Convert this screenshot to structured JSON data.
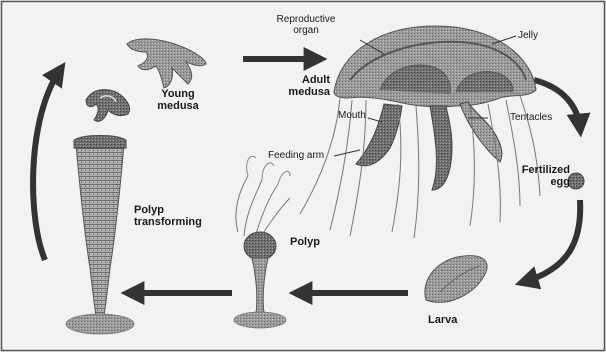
{
  "colors": {
    "background": "#f2f2f2",
    "arrow": "#333333",
    "organism_fill": "#8a8a8a",
    "organism_dark": "#5c5c5c",
    "organism_light": "#b8b8b8"
  },
  "labels": {
    "reproductive_organ_line1": "Reproductive",
    "reproductive_organ_line2": "organ",
    "jelly": "Jelly",
    "adult_medusa_line1": "Adult",
    "adult_medusa_line2": "medusa",
    "mouth": "Mouth",
    "tentacles": "Tentacles",
    "feeding_arm": "Feeding arm",
    "fertilized_egg_line1": "Fertilized",
    "fertilized_egg_line2": "egg",
    "young_medusa_line1": "Young",
    "young_medusa_line2": "medusa",
    "polyp_transforming_line1": "Polyp",
    "polyp_transforming_line2": "transforming",
    "polyp": "Polyp",
    "larva": "Larva"
  }
}
